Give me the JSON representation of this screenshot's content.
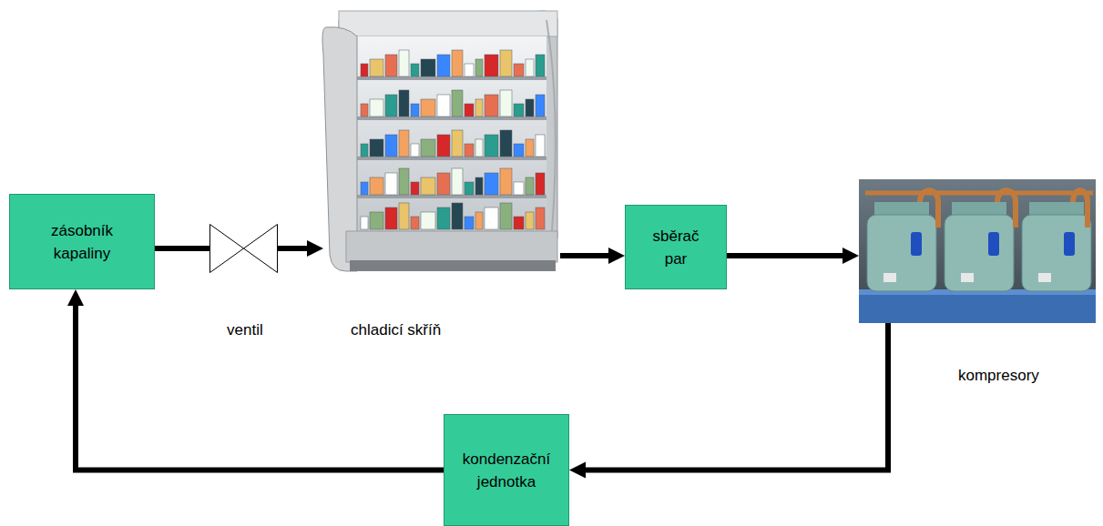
{
  "diagram": {
    "nodes": [
      {
        "text": [
          "zásobník kapaliny"
        ]
      },
      {
        "text": [
          "ventil"
        ]
      },
      {
        "text": [
          "chladicí skříň"
        ]
      },
      {
        "text": [
          "sběrač par"
        ]
      },
      {
        "text": [
          "kompresory"
        ]
      },
      {
        "text": [
          "kondenzační jednotka"
        ]
      }
    ],
    "edges": [
      {
        "from": 0,
        "to": 1,
        "arrow": "none"
      },
      {
        "from": 1,
        "to": 2,
        "arrow": "to"
      },
      {
        "from": 2,
        "to": 3,
        "arrow": "to"
      },
      {
        "from": 3,
        "to": 4,
        "arrow": "to"
      },
      {
        "from": 4,
        "to": 5,
        "arrow": "to"
      },
      {
        "from": 5,
        "to": 0,
        "arrow": "to"
      }
    ]
  }
}
